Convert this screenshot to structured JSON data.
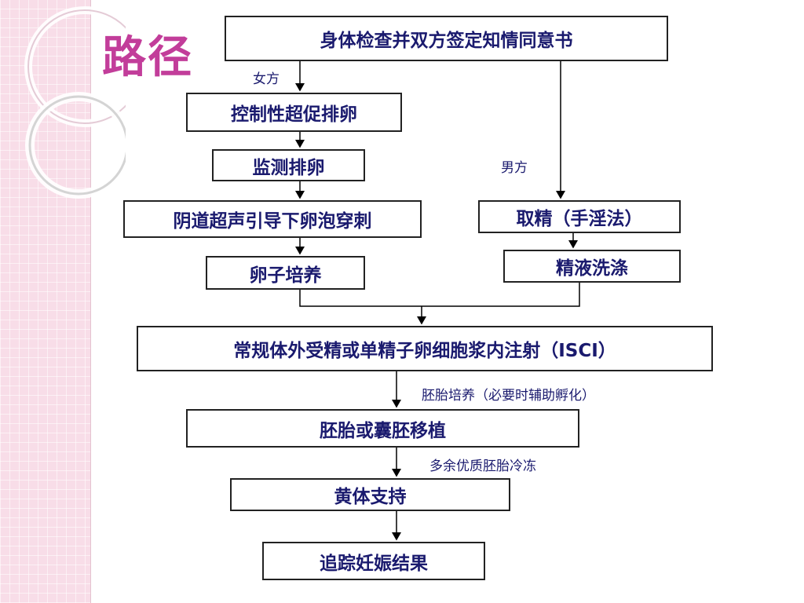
{
  "slide": {
    "title": "路径"
  },
  "flow": {
    "consent": "身体检查并双方签定知情同意书",
    "female_label": "女方",
    "male_label": "男方",
    "cos": "控制性超促排卵",
    "monitor": "监测排卵",
    "retrieval": "阴道超声引导下卵泡穿刺",
    "egg_culture": "卵子培养",
    "sperm_collect": "取精（手淫法）",
    "sperm_wash": "精液洗涤",
    "fertilization": "常规体外受精或单精子卵细胞浆内注射（ISCI）",
    "embryo_culture_note": "胚胎培养（必要时辅助孵化）",
    "transfer": "胚胎或囊胚移植",
    "freeze_note": "多余优质胚胎冷冻",
    "luteal": "黄体支持",
    "followup": "追踪妊娠结果"
  },
  "colors": {
    "title": "#c23d9a",
    "box_text": "#1a1a6e",
    "side_panel": "#f8dde8"
  }
}
